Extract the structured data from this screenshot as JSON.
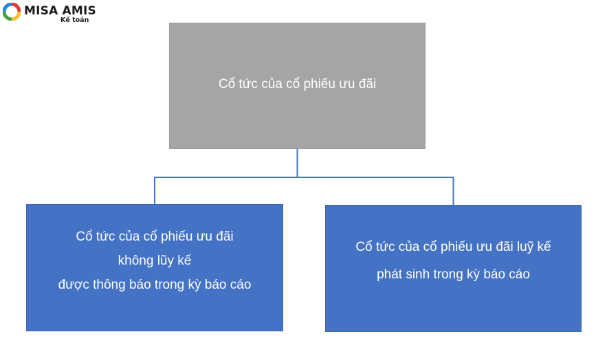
{
  "logo": {
    "name": "MISA AMIS",
    "sub": "Kế toán",
    "colors": [
      "#e53935",
      "#fbc02d",
      "#43a047",
      "#1e88e5"
    ]
  },
  "diagram": {
    "root": {
      "label": "Cổ tức của cổ phiếu ưu đãi",
      "color": "#a5a5a5"
    },
    "children": [
      {
        "lines": [
          "Cổ tức của cổ phiếu ưu đãi",
          "không lũy kế",
          "được thông báo trong kỳ báo cáo"
        ],
        "color": "#4472c4"
      },
      {
        "lines": [
          "Cổ tức của cổ phiếu ưu đãi luỹ kế",
          "phát sinh trong kỳ báo cáo"
        ],
        "color": "#4472c4"
      }
    ],
    "connector_color": "#4472c4"
  }
}
